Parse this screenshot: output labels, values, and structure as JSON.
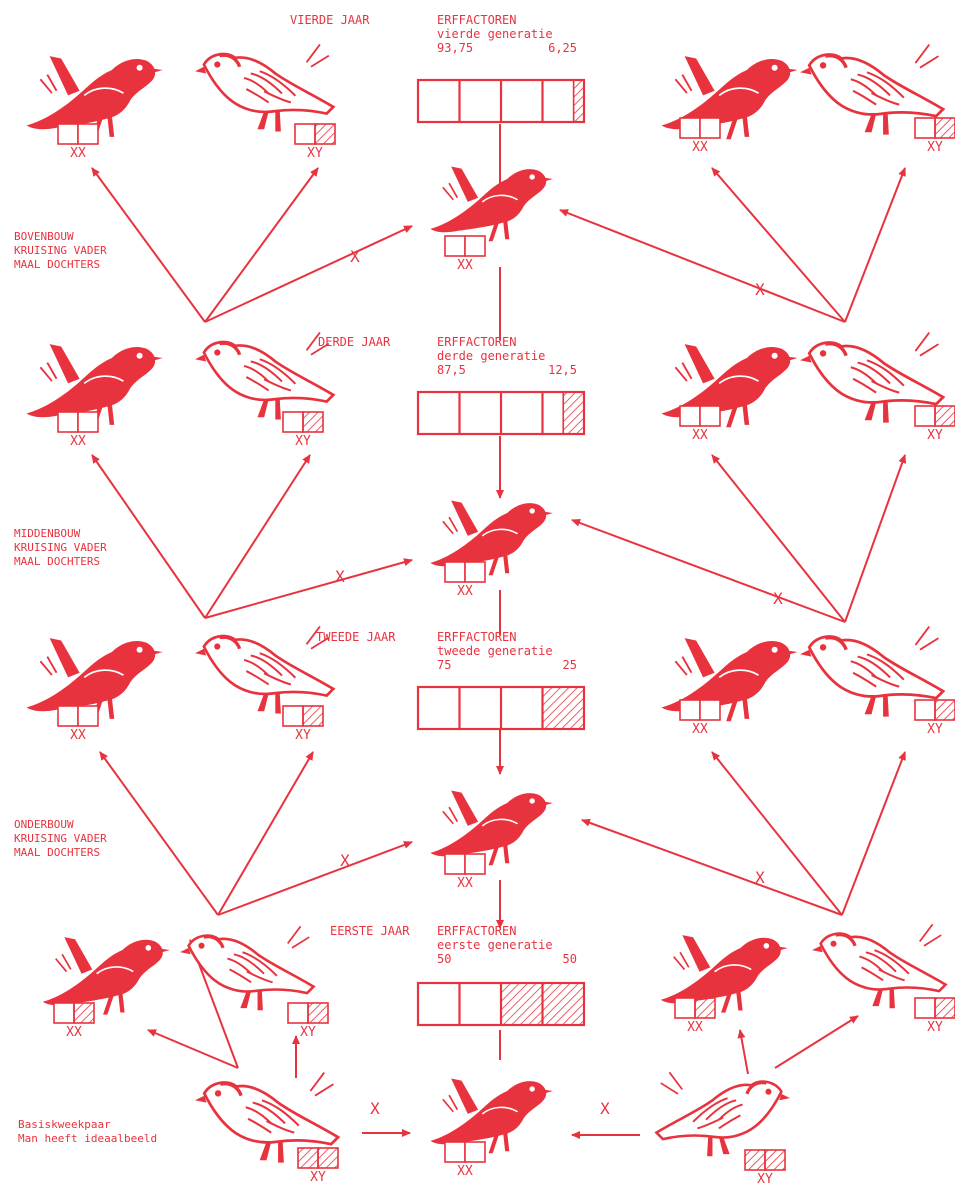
{
  "colors": {
    "ink": "#e8333f",
    "hatch": "#e8333f",
    "background": "#ffffff"
  },
  "icons": {
    "bird": "bird-icon",
    "arrow": "arrow-icon",
    "genotype_box": "genotype-box-icon"
  },
  "rows": {
    "year4": {
      "year": "VIERDE JAAR",
      "factors": "ERFFACTOREN",
      "generation": "vierde generatie",
      "left_pct": "93,75",
      "right_pct": "6,25",
      "hatched_fraction": 0.0625
    },
    "year3": {
      "year": "DERDE JAAR",
      "factors": "ERFFACTOREN",
      "generation": "derde generatie",
      "left_pct": "87,5",
      "right_pct": "12,5",
      "hatched_fraction": 0.125
    },
    "year2": {
      "year": "TWEEDE JAAR",
      "factors": "ERFFACTOREN",
      "generation": "tweede generatie",
      "left_pct": "75",
      "right_pct": "25",
      "hatched_fraction": 0.25
    },
    "year1": {
      "year": "EERSTE JAAR",
      "factors": "ERFFACTOREN",
      "generation": "eerste generatie",
      "left_pct": "50",
      "right_pct": "50",
      "hatched_fraction": 0.5
    }
  },
  "sections": {
    "bovenbouw": [
      "BOVENBOUW",
      "KRUISING VADER",
      "MAAL DOCHTERS"
    ],
    "middenbouw": [
      "MIDDENBOUW",
      "KRUISING VADER",
      "MAAL DOCHTERS"
    ],
    "onderbouw": [
      "ONDERBOUW",
      "KRUISING VADER",
      "MAAL DOCHTERS"
    ]
  },
  "base_pair": {
    "line1": "Basiskweekpaar",
    "line2": "Man heeft ideaalbeeld"
  },
  "genotypes": {
    "xx": "XX",
    "xy": "XY"
  },
  "cross_mark": "X"
}
